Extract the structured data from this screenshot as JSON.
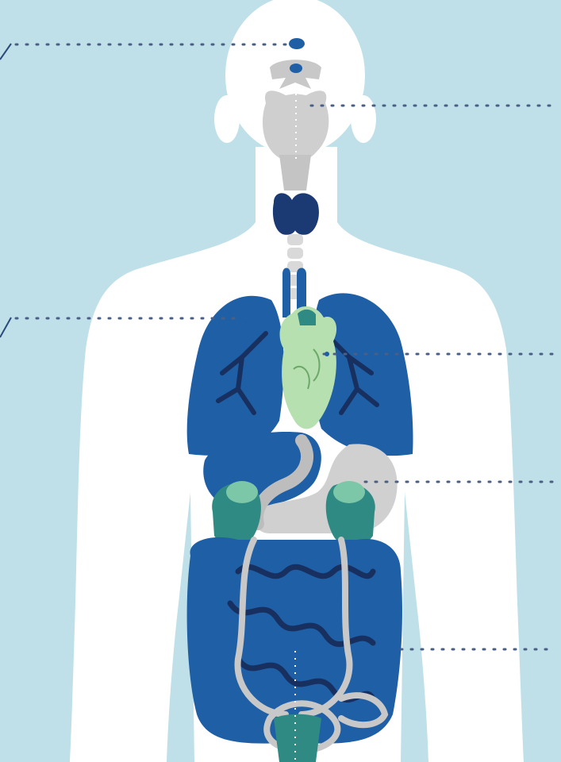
{
  "colors": {
    "background": "#bfe0e8",
    "body_silhouette": "#ffffff",
    "brain": "#cfcfcf",
    "thyroid": "#1b3a73",
    "lungs": "#1f5fa6",
    "bronchi": "#17305f",
    "heart": "#b7e0b0",
    "liver": "#1f5fa6",
    "stomach": "#d0d0d0",
    "kidneys": "#2f8a84",
    "intestines": "#1f5fa6",
    "pointer_line": "#2b4a7a",
    "pointer_dot": "#1f5fa6"
  },
  "pointer_lines": [
    {
      "side": "left",
      "target": "pineal gland"
    },
    {
      "side": "right",
      "target": "brain"
    },
    {
      "side": "left",
      "target": "lungs"
    },
    {
      "side": "right",
      "target": "heart"
    },
    {
      "side": "right",
      "target": "stomach"
    },
    {
      "side": "right",
      "target": "intestines"
    }
  ],
  "organs": [
    "pineal-gland",
    "brain",
    "thyroid",
    "spine",
    "lungs",
    "heart",
    "liver",
    "stomach",
    "kidneys",
    "intestines",
    "bladder"
  ]
}
